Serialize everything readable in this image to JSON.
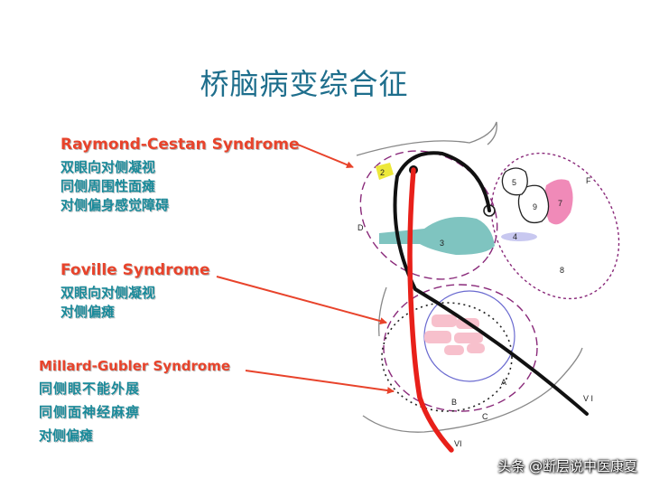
{
  "title": "桥脑病变综合征",
  "syndromes": [
    {
      "name": "Raymond-Cestan Syndrome",
      "lines": [
        "双眼向对侧凝视",
        "同侧周围性面瘫",
        "对侧偏身感觉障碍"
      ]
    },
    {
      "name": "Foville Syndrome",
      "lines": [
        "双眼向对侧凝视",
        "对侧偏瘫"
      ]
    },
    {
      "name": "Millard-Gubler Syndrome",
      "lines": [
        "同侧眼不能外展",
        "同侧面神经麻痹",
        "对侧偏瘫"
      ]
    }
  ],
  "diagram_labels": {
    "n2": "2",
    "n3": "3",
    "n4": "4",
    "n5": "5",
    "n7": "7",
    "n8": "8",
    "n9": "9",
    "D": "D",
    "F": "F",
    "A": "A",
    "B": "B",
    "C": "C",
    "VI_right": "V I",
    "VI_bottom": "VI"
  },
  "colors": {
    "title": "#1e6e8c",
    "syndrome_name": "#e8432b",
    "syndrome_text": "#1a8a9a",
    "red_tract": "#e8201a",
    "arrow": "#e8432b",
    "dashed": "#8a2a7a",
    "teal_region": "#7fc4c0",
    "pink_region": "#f08ab8",
    "yellow_region": "#ede83a",
    "lavender_region": "#c8c8f0"
  },
  "watermark": "头条 @断层说中医康夏"
}
